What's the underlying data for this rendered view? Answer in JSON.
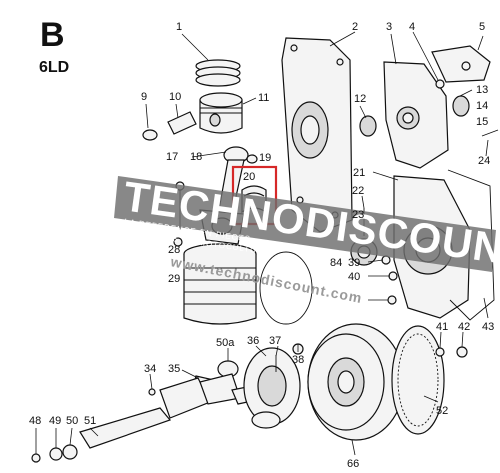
{
  "diagram": {
    "variant_letter": "B",
    "model": "6LD",
    "highlight_color": "#d62828",
    "watermark": {
      "brand": "TECHNODISCOUNT",
      "tagline_1": "LA REFERENCE EN PIECES",
      "tagline_2": "DETACHEES DE MOTOCULTURE",
      "url": "www.technodiscount.com"
    },
    "callouts": [
      {
        "id": "c1",
        "text": "1"
      },
      {
        "id": "c2",
        "text": "2"
      },
      {
        "id": "c3",
        "text": "3"
      },
      {
        "id": "c4",
        "text": "4"
      },
      {
        "id": "c5",
        "text": "5"
      },
      {
        "id": "c9",
        "text": "9"
      },
      {
        "id": "c10",
        "text": "10"
      },
      {
        "id": "c11",
        "text": "11"
      },
      {
        "id": "c12",
        "text": "12"
      },
      {
        "id": "c13",
        "text": "13"
      },
      {
        "id": "c14",
        "text": "14"
      },
      {
        "id": "c15",
        "text": "15"
      },
      {
        "id": "c17",
        "text": "17"
      },
      {
        "id": "c18",
        "text": "18"
      },
      {
        "id": "c19",
        "text": "19"
      },
      {
        "id": "c20",
        "text": "20"
      },
      {
        "id": "c21",
        "text": "21"
      },
      {
        "id": "c22",
        "text": "22"
      },
      {
        "id": "c23",
        "text": "23"
      },
      {
        "id": "c24",
        "text": "24"
      },
      {
        "id": "c28",
        "text": "28"
      },
      {
        "id": "c29",
        "text": "29"
      },
      {
        "id": "c84",
        "text": "84"
      },
      {
        "id": "c39",
        "text": "39"
      },
      {
        "id": "c40",
        "text": "40"
      },
      {
        "id": "c41",
        "text": "41"
      },
      {
        "id": "c42",
        "text": "42"
      },
      {
        "id": "c43",
        "text": "43"
      },
      {
        "id": "c34",
        "text": "34"
      },
      {
        "id": "c35",
        "text": "35"
      },
      {
        "id": "c50a",
        "text": "50a"
      },
      {
        "id": "c36",
        "text": "36"
      },
      {
        "id": "c37",
        "text": "37"
      },
      {
        "id": "c38",
        "text": "38"
      },
      {
        "id": "c66",
        "text": "66"
      },
      {
        "id": "c52",
        "text": "52"
      },
      {
        "id": "c48",
        "text": "48"
      },
      {
        "id": "c49",
        "text": "49"
      },
      {
        "id": "c50",
        "text": "50"
      },
      {
        "id": "c51",
        "text": "51"
      }
    ]
  }
}
